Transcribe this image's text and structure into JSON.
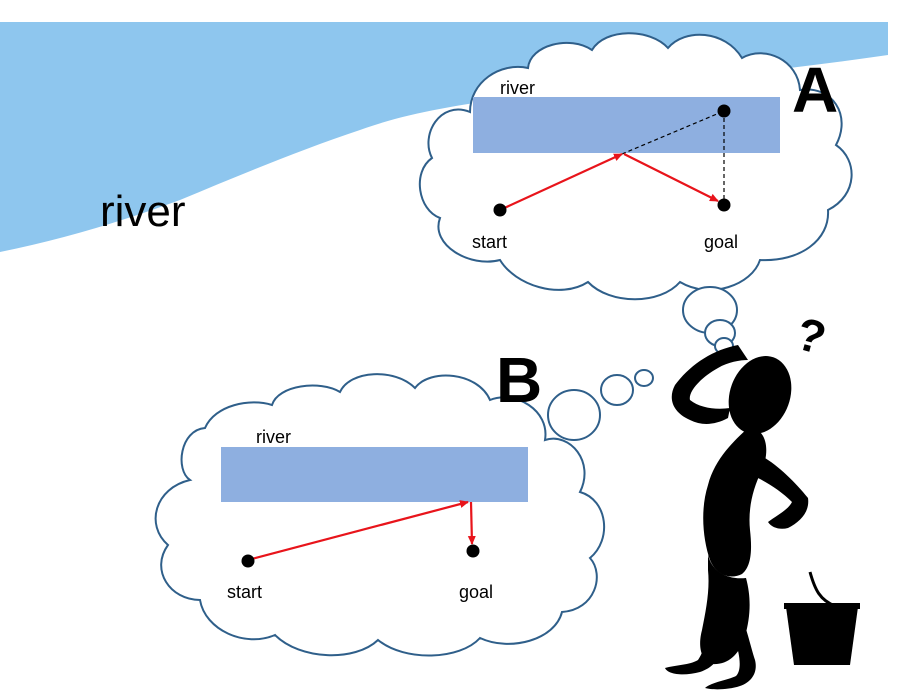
{
  "scene": {
    "river_label": "river"
  },
  "panel_a": {
    "letter": "A",
    "river_label": "river",
    "start_label": "start",
    "goal_label": "goal"
  },
  "panel_b": {
    "letter": "B",
    "river_label": "river",
    "start_label": "start",
    "goal_label": "goal"
  },
  "thinker": {
    "question_mark": "?"
  },
  "colors": {
    "river_water": "#8ec6ee",
    "river_box": "#8eafe0",
    "cloud_outline": "#2f5f8a",
    "arrow": "#e8141b",
    "ink": "#000000"
  },
  "icons": [
    "thinking-person-icon",
    "bucket-icon",
    "question-mark-icon"
  ]
}
